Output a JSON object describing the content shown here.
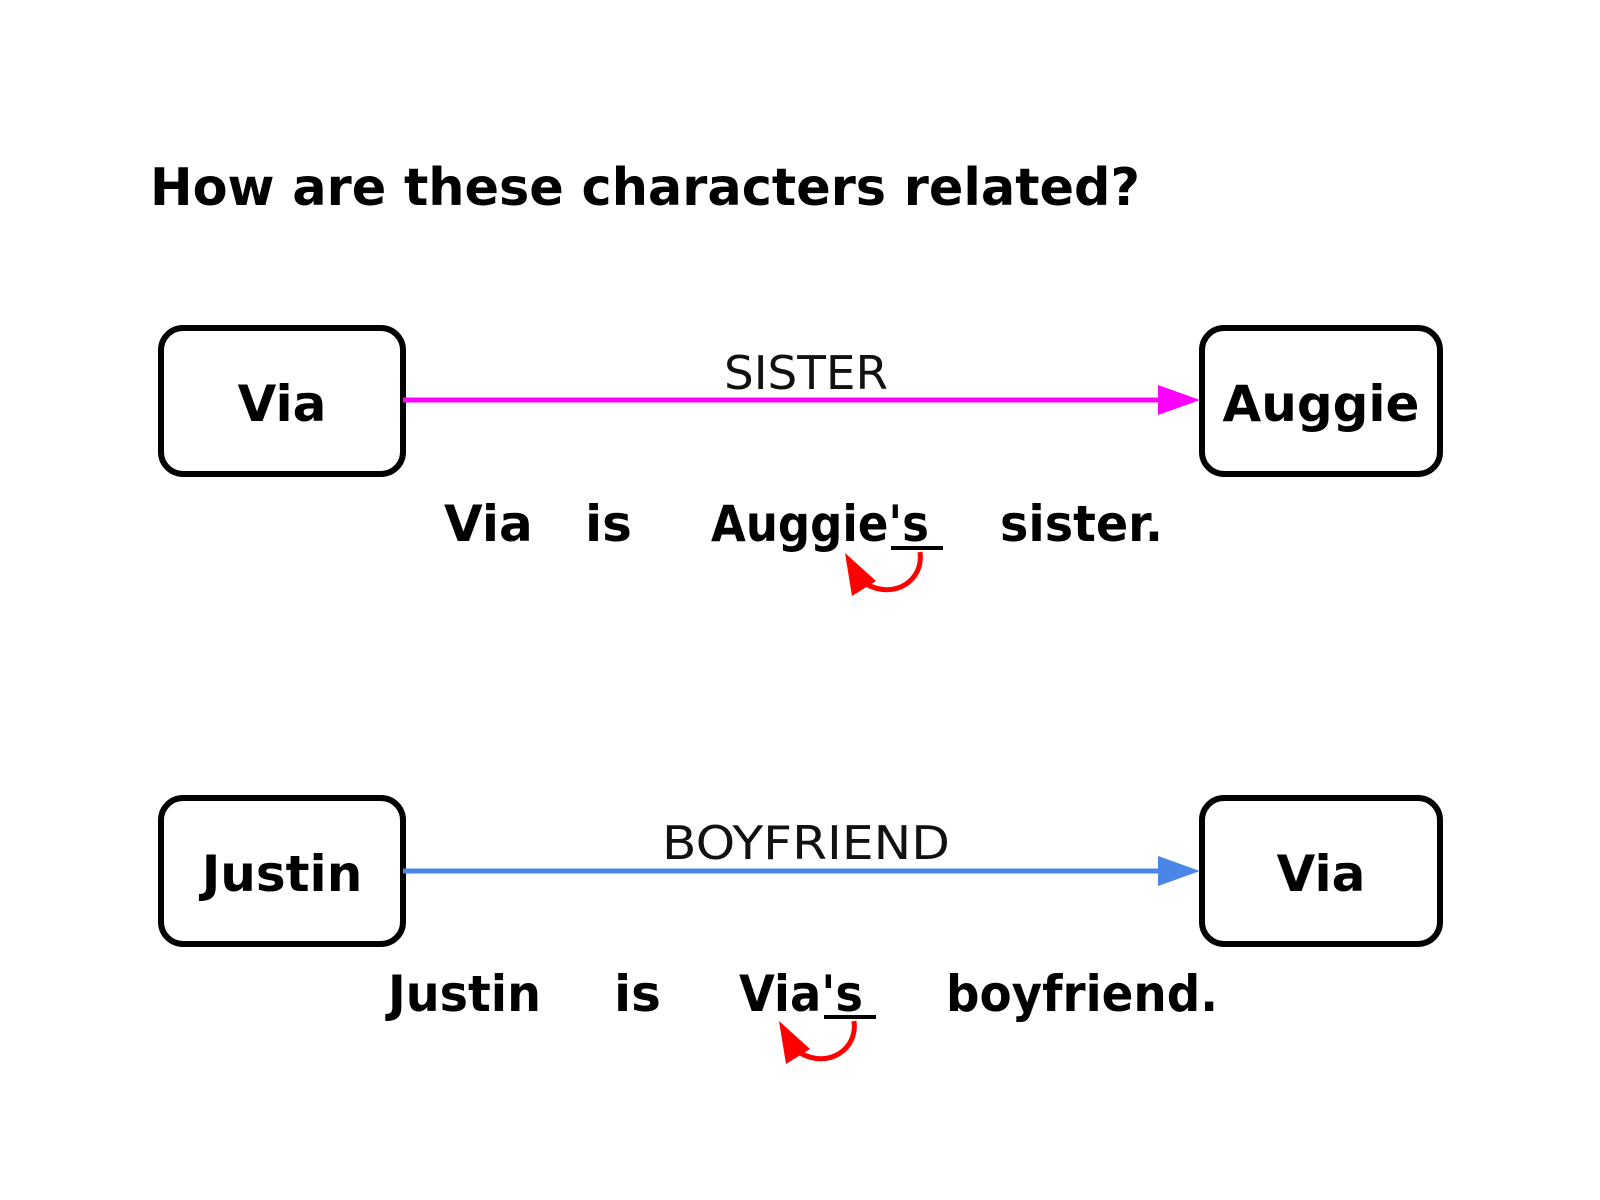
{
  "title": "How are these characters related?",
  "colors": {
    "sister": "#ff00ff",
    "boyfriend": "#4a86e8",
    "possessive_arrow": "#ff0000"
  },
  "relations": [
    {
      "from": "Via",
      "to": "Auggie",
      "label": "SISTER",
      "sentence": {
        "subject": "Via",
        "verb": "is",
        "possessor": "Auggie's",
        "noun": "sister."
      }
    },
    {
      "from": "Justin",
      "to": "Via",
      "label": "BOYFRIEND",
      "sentence": {
        "subject": "Justin",
        "verb": "is",
        "possessor": "Via's",
        "noun": "boyfriend."
      }
    }
  ]
}
